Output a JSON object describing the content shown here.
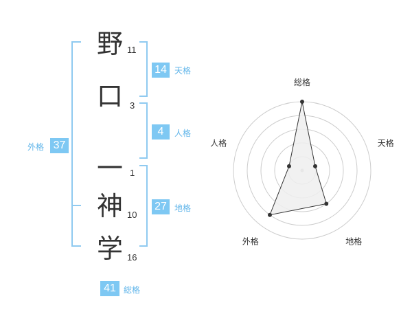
{
  "name": {
    "chars": [
      "野",
      "口",
      "一",
      "神",
      "学"
    ],
    "strokes": [
      "11",
      "3",
      "1",
      "10",
      "16"
    ]
  },
  "fortune": {
    "tenkaku": {
      "value": "14",
      "label": "天格"
    },
    "jinkaku": {
      "value": "4",
      "label": "人格"
    },
    "chikaku": {
      "value": "27",
      "label": "地格"
    },
    "gaikaku": {
      "value": "37",
      "label": "外格"
    },
    "soukaku": {
      "value": "41",
      "label": "総格"
    }
  },
  "chart_data": {
    "type": "radar",
    "axes": [
      "総格",
      "天格",
      "地格",
      "外格",
      "人格"
    ],
    "values": [
      5,
      1,
      3,
      4,
      1
    ],
    "max": 5,
    "rings": 5,
    "fill_color": "#eeeeee",
    "line_color": "#333333",
    "grid_color": "#cccccc"
  }
}
